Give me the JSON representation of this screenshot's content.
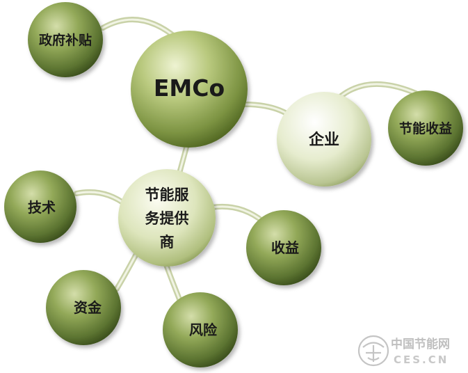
{
  "nodes": {
    "emco": {
      "label": "EMCo"
    },
    "government_subsidy": {
      "label": "政府补贴"
    },
    "enterprise": {
      "label": "企业"
    },
    "energy_saving_revenue": {
      "label": "节能收益"
    },
    "esco": {
      "label_line1": "节能服",
      "label_line2": "务提供",
      "label_line3": "商"
    },
    "technology": {
      "label": "技术"
    },
    "revenue": {
      "label": "收益"
    },
    "funding": {
      "label": "资金"
    },
    "risk": {
      "label": "风险"
    }
  },
  "watermark": {
    "cn": "中国节能网",
    "en": "CES.CN",
    "colors": {
      "cn_text": "#bfbfbf",
      "en_text": "#c8c8c8"
    }
  },
  "colors": {
    "dark_green_light": "#c9d59a",
    "dark_green_mid": "#7e9646",
    "dark_green_edge": "#3f5420",
    "pale_light": "#ffffff",
    "pale_mid": "#e4ebcb",
    "pale_edge": "#aab87c",
    "connector": "#dfe6c8"
  }
}
